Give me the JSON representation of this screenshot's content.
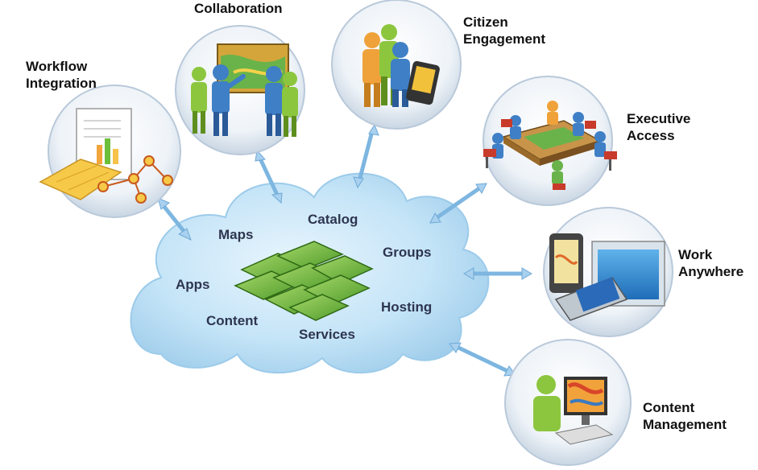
{
  "cloud": {
    "items": [
      "Maps",
      "Catalog",
      "Groups",
      "Apps",
      "Hosting",
      "Content",
      "Services"
    ]
  },
  "nodes": [
    {
      "id": "workflow-integration",
      "lines": [
        "Workflow",
        "Integration"
      ],
      "icon": "document-chart-network-icon"
    },
    {
      "id": "collaboration",
      "lines": [
        "Collaboration"
      ],
      "icon": "people-at-map-board-icon"
    },
    {
      "id": "citizen-engagement",
      "lines": [
        "Citizen",
        "Engagement"
      ],
      "icon": "people-with-phone-icon"
    },
    {
      "id": "executive-access",
      "lines": [
        "Executive",
        "Access"
      ],
      "icon": "meeting-table-icon"
    },
    {
      "id": "work-anywhere",
      "lines": [
        "Work",
        "Anywhere"
      ],
      "icon": "mobile-devices-icon"
    },
    {
      "id": "content-management",
      "lines": [
        "Content",
        "Management"
      ],
      "icon": "person-at-computer-icon"
    }
  ],
  "colors": {
    "cloud": "#bfe2f6",
    "arrow": "#a8d0ef",
    "map_tile": "#7cc242",
    "person_green": "#8cc63f",
    "person_blue": "#3f7fc6",
    "person_orange": "#f0a23a"
  }
}
